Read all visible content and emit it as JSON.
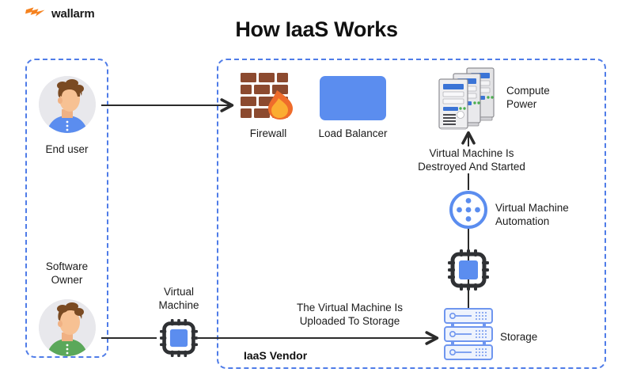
{
  "brand": {
    "name": "wallarm",
    "logo_icon": "wallarm-bolt-logo",
    "logo_color": "#f5821f"
  },
  "header": {
    "title": "How IaaS Works"
  },
  "colors": {
    "dashed_border": "#4f7ce8",
    "accent_blue": "#5b8def",
    "storage_blue": "#6f96ef",
    "brand_orange": "#f5821f",
    "arrow_dark": "#2b2b2b",
    "text_dark": "#1b1b1b",
    "avatar_bg": "#e8e8ec",
    "shirt_end_user": "#5b8def",
    "shirt_software_owner": "#5ba85a",
    "hair": "#7a4a22",
    "skin": "#f0b183",
    "brick": "#8c4a2f",
    "flame": "#fb9a2e"
  },
  "groups": {
    "client_box": {
      "label": ""
    },
    "vendor_box": {
      "label": "IaaS Vendor"
    }
  },
  "nodes": [
    {
      "id": "end-user",
      "label": "End user",
      "icon": "user-avatar-blue-shirt"
    },
    {
      "id": "software-owner",
      "label": "Software\nOwner",
      "icon": "user-avatar-green-shirt"
    },
    {
      "id": "firewall",
      "label": "Firewall",
      "icon": "firewall-brick-flame-icon"
    },
    {
      "id": "load-balancer",
      "label": "Load Balancer",
      "icon": "load-balancer-rect-icon"
    },
    {
      "id": "compute-power",
      "label": "Compute\nPower",
      "icon": "server-stack-icon"
    },
    {
      "id": "vm-automation",
      "label": "Virtual Machine\nAutomation",
      "icon": "automation-circle-dots-icon"
    },
    {
      "id": "cpu-center",
      "label": "",
      "icon": "cpu-chip-icon"
    },
    {
      "id": "storage",
      "label": "Storage",
      "icon": "storage-rack-icon"
    },
    {
      "id": "virtual-machine",
      "label": "Virtual\nMachine",
      "icon": "cpu-chip-icon"
    }
  ],
  "edges": [
    {
      "id": "end-user-to-firewall",
      "label": "",
      "direction": "right"
    },
    {
      "id": "software-owner-to-vm",
      "label": "",
      "direction": "right"
    },
    {
      "id": "vm-to-storage",
      "label": "The Virtual Machine Is\nUploaded To Storage",
      "direction": "right"
    },
    {
      "id": "cpu-to-automation",
      "label": "",
      "direction": "up"
    },
    {
      "id": "automation-to-compute",
      "label": "Virtual Machine Is\nDestroyed And Started",
      "direction": "up"
    }
  ]
}
